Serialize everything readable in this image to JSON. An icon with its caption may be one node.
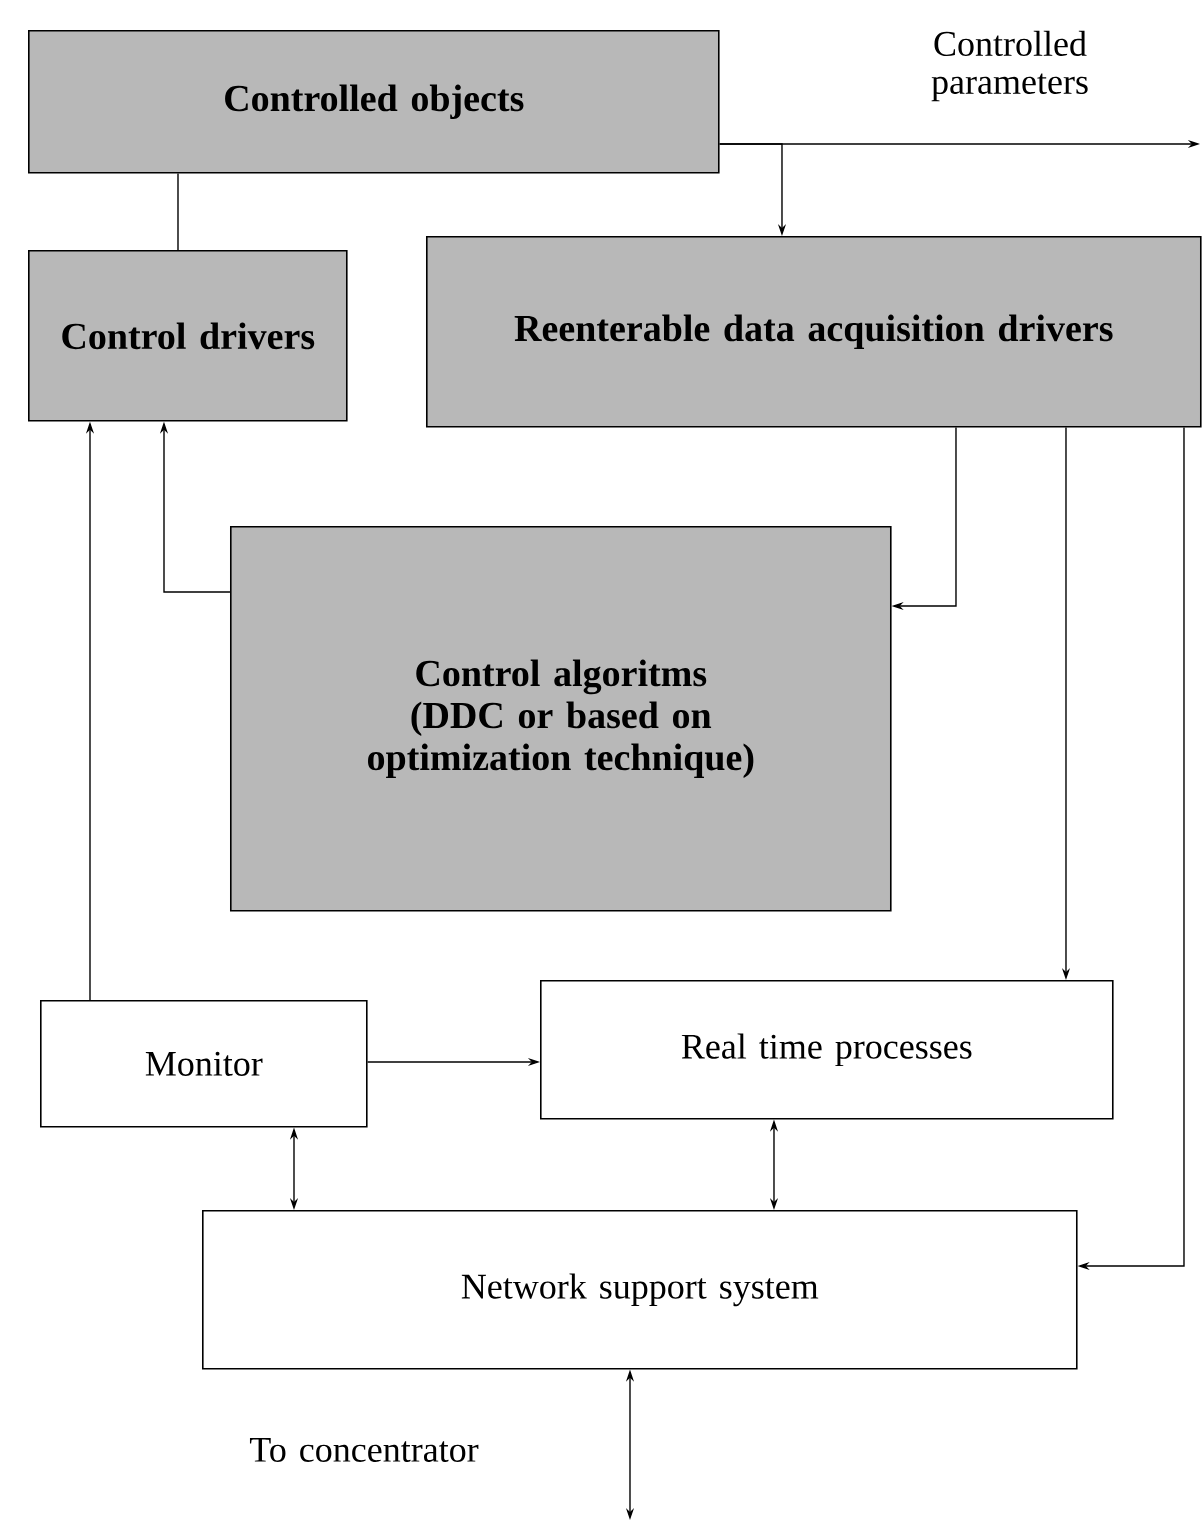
{
  "diagram": {
    "nodes": [
      {
        "text": [
          "Controlled objects"
        ]
      },
      {
        "text": [
          "Control drivers"
        ]
      },
      {
        "text": [
          "Reenterable data acquisition drivers"
        ]
      },
      {
        "text": [
          "Control algoritms (DDC or based on optimization technique)"
        ]
      },
      {
        "text": [
          "Monitor"
        ]
      },
      {
        "text": [
          "Real time processes"
        ]
      },
      {
        "text": [
          "Network support system"
        ]
      }
    ],
    "edges": [
      {
        "from": 0,
        "to": 2,
        "arrow": "to"
      },
      {
        "from": 0,
        "to": null,
        "arrow": "to",
        "label": "Controlled parameters"
      },
      {
        "from": 1,
        "to": 0,
        "arrow": "none"
      },
      {
        "from": 3,
        "to": 1,
        "arrow": "to"
      },
      {
        "from": 4,
        "to": 1,
        "arrow": "to"
      },
      {
        "from": 2,
        "to": 3,
        "arrow": "to"
      },
      {
        "from": 2,
        "to": 5,
        "arrow": "to"
      },
      {
        "from": 2,
        "to": 6,
        "arrow": "to"
      },
      {
        "from": 4,
        "to": 5,
        "arrow": "to"
      },
      {
        "from": 4,
        "to": 6,
        "arrow": "both"
      },
      {
        "from": 5,
        "to": 6,
        "arrow": "both"
      },
      {
        "from": null,
        "to": 6,
        "arrow": "both",
        "label": "To concentrator"
      }
    ]
  }
}
